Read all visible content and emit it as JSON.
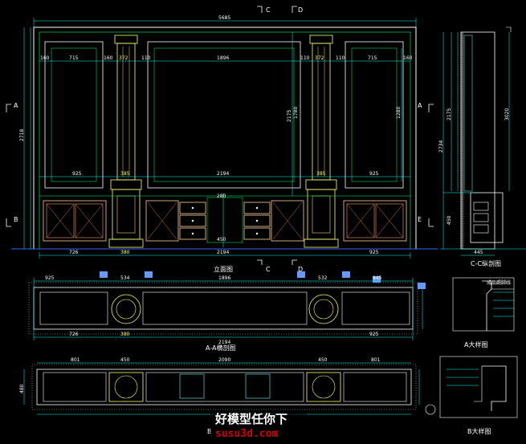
{
  "views": {
    "elevation_label": "立面图",
    "section_aa_label": "A-A横剖图",
    "section_cc_label": "C-C纵剖图",
    "detail_a_label": "A大样图",
    "detail_b_label": "B大样图",
    "section_b_label": "B"
  },
  "markers": {
    "c": "C",
    "d": "D",
    "a": "A",
    "b": "B",
    "e": "E"
  },
  "elevation_dims": {
    "overall_width": "5685",
    "overall_height": "2718",
    "panel_left": "715",
    "pillar": "372",
    "center": "1896",
    "panel_right": "715",
    "inner_height": "2175",
    "inner_center": "1780",
    "right_height": "1280",
    "lower_left": "925",
    "lower_center": "2194",
    "lower_right": "925",
    "pillar_base": "385",
    "plinth": "280",
    "door_mid": "450",
    "bottom_left": "726",
    "bottom_pillar": "380",
    "bottom_center": "2194",
    "bottom_right": "925",
    "top_frame": "110",
    "side_frame": "160"
  },
  "section_cc_dims": {
    "total": "2734",
    "upper": "2175",
    "inner": "3020",
    "lower": "450",
    "depth": "445"
  },
  "section_aa_dims": {
    "a": "925",
    "b": "534",
    "c": "1896",
    "d": "532",
    "e": "945",
    "f": "2194",
    "g": "380",
    "h": "726",
    "i": "925"
  },
  "section_b_dims": {
    "a": "801",
    "b": "450",
    "c": "2090",
    "d": "450",
    "e": "801",
    "f": "480"
  },
  "detail_a_note": "成品踢脚线",
  "watermark": {
    "line1": "好模型任你下",
    "line2": "susu3d.com"
  }
}
